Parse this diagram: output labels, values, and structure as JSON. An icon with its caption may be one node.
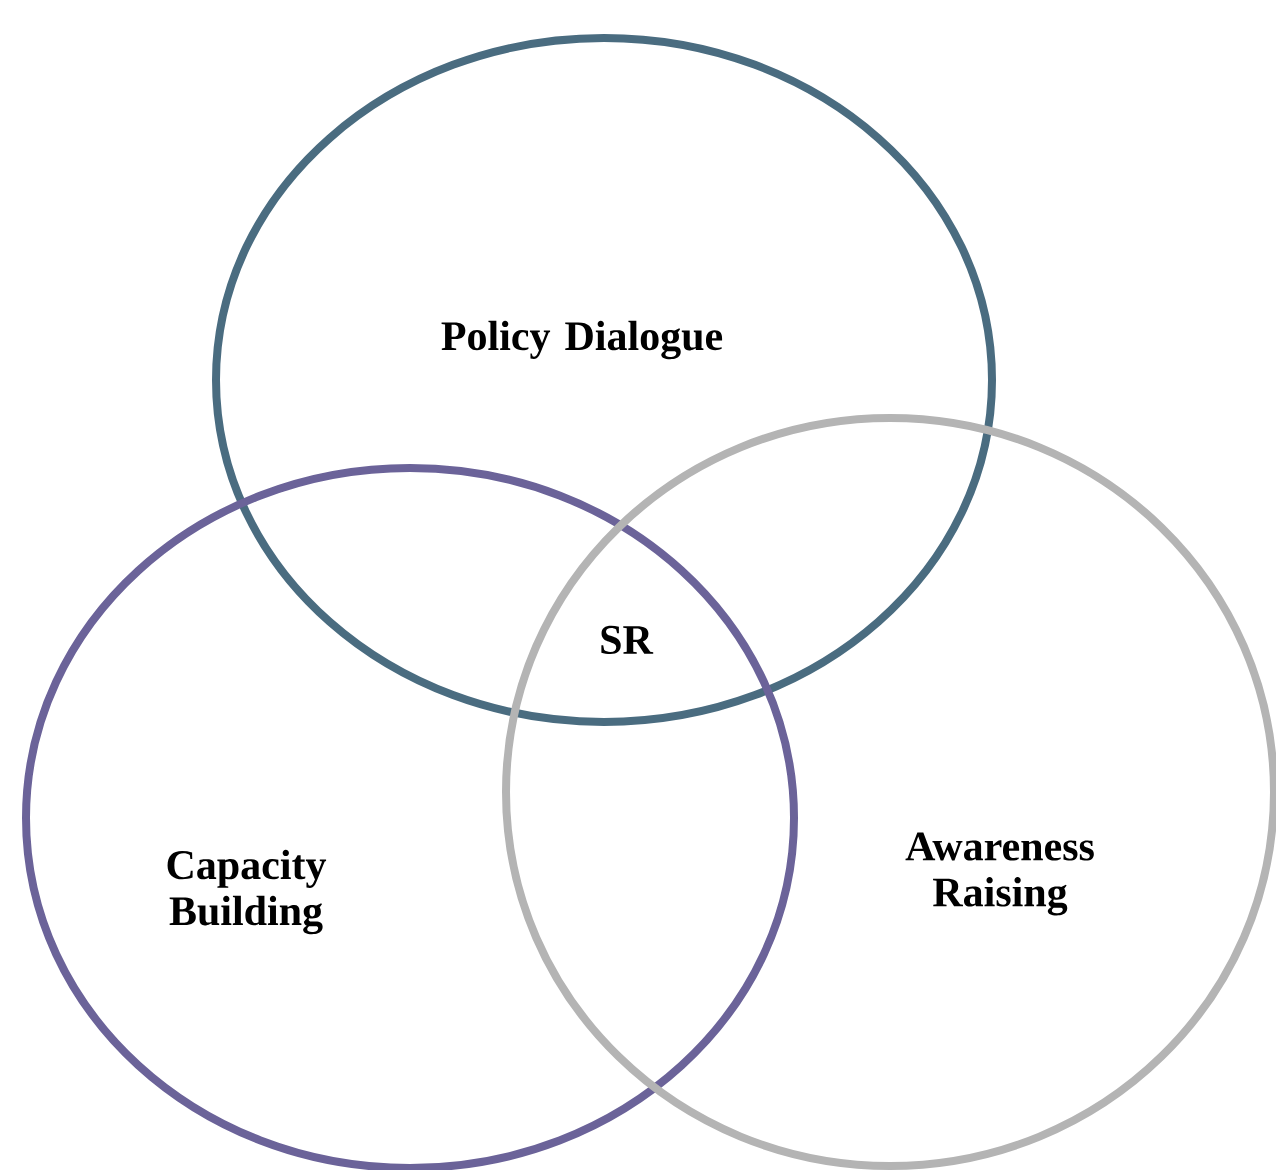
{
  "diagram": {
    "nodes": [
      {
        "text": [
          "Policy Dialogue"
        ]
      },
      {
        "text": [
          "Capacity Building"
        ]
      },
      {
        "text": [
          "Awareness Raising"
        ]
      }
    ],
    "labels": [
      "SR"
    ]
  }
}
